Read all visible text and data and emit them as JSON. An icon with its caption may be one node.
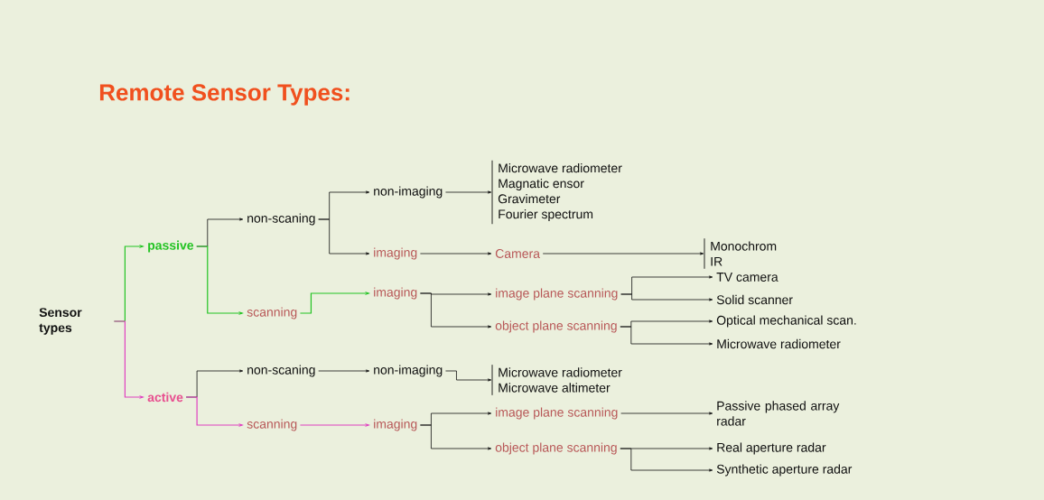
{
  "diagram": {
    "title": "Remote Sensor Types:",
    "nodes": [
      {
        "text": [
          "Sensor types"
        ]
      },
      {
        "text": [
          "passive"
        ]
      },
      {
        "text": [
          "non-scaning"
        ]
      },
      {
        "text": [
          "non-imaging"
        ]
      },
      {
        "text": [
          "Microwave radiometer",
          "Magnatic ensor",
          "Gravimeter",
          "Fourier spectrum"
        ]
      },
      {
        "text": [
          "imaging"
        ]
      },
      {
        "text": [
          "Camera"
        ]
      },
      {
        "text": [
          "Monochrom",
          "IR"
        ]
      },
      {
        "text": [
          "scanning"
        ]
      },
      {
        "text": [
          "imaging"
        ]
      },
      {
        "text": [
          "image plane scanning"
        ]
      },
      {
        "text": [
          "TV camera"
        ]
      },
      {
        "text": [
          "Solid scanner"
        ]
      },
      {
        "text": [
          "object plane scanning"
        ]
      },
      {
        "text": [
          "Optical mechanical scan."
        ]
      },
      {
        "text": [
          "Microwave radiometer"
        ]
      },
      {
        "text": [
          "active"
        ]
      },
      {
        "text": [
          "non-scaning"
        ]
      },
      {
        "text": [
          "non-imaging"
        ]
      },
      {
        "text": [
          "Microwave radiometer",
          "Microwave altimeter"
        ]
      },
      {
        "text": [
          "scanning"
        ]
      },
      {
        "text": [
          "imaging"
        ]
      },
      {
        "text": [
          "image plane scanning"
        ]
      },
      {
        "text": [
          "Passive phased array radar"
        ]
      },
      {
        "text": [
          "object plane scanning"
        ]
      },
      {
        "text": [
          "Real aperture radar"
        ]
      },
      {
        "text": [
          "Synthetic aperture radar"
        ]
      }
    ],
    "edges": [
      {
        "from": 0,
        "to": 1,
        "arrow": "to",
        "color": "#22c322"
      },
      {
        "from": 1,
        "to": 2,
        "arrow": "to"
      },
      {
        "from": 1,
        "to": 8,
        "arrow": "to",
        "color": "#22c322"
      },
      {
        "from": 2,
        "to": 3,
        "arrow": "to"
      },
      {
        "from": 3,
        "to": 4,
        "arrow": "to"
      },
      {
        "from": 2,
        "to": 5,
        "arrow": "to"
      },
      {
        "from": 5,
        "to": 6,
        "arrow": "to"
      },
      {
        "from": 6,
        "to": 7,
        "arrow": "to"
      },
      {
        "from": 8,
        "to": 9,
        "arrow": "to",
        "color": "#22c322"
      },
      {
        "from": 9,
        "to": 10,
        "arrow": "to"
      },
      {
        "from": 10,
        "to": 11,
        "arrow": "to"
      },
      {
        "from": 10,
        "to": 12,
        "arrow": "to"
      },
      {
        "from": 9,
        "to": 13,
        "arrow": "to"
      },
      {
        "from": 13,
        "to": 14,
        "arrow": "to"
      },
      {
        "from": 13,
        "to": 15,
        "arrow": "to"
      },
      {
        "from": 0,
        "to": 16,
        "arrow": "to",
        "color": "#e040c0"
      },
      {
        "from": 16,
        "to": 17,
        "arrow": "to"
      },
      {
        "from": 17,
        "to": 18,
        "arrow": "to"
      },
      {
        "from": 18,
        "to": 19,
        "arrow": "to"
      },
      {
        "from": 16,
        "to": 20,
        "arrow": "to",
        "color": "#e040c0"
      },
      {
        "from": 20,
        "to": 21,
        "arrow": "to",
        "color": "#e040c0"
      },
      {
        "from": 21,
        "to": 22,
        "arrow": "to"
      },
      {
        "from": 22,
        "to": 23,
        "arrow": "to"
      },
      {
        "from": 21,
        "to": 24,
        "arrow": "to"
      },
      {
        "from": 24,
        "to": 25,
        "arrow": "to"
      },
      {
        "from": 24,
        "to": 26,
        "arrow": "to"
      }
    ]
  }
}
